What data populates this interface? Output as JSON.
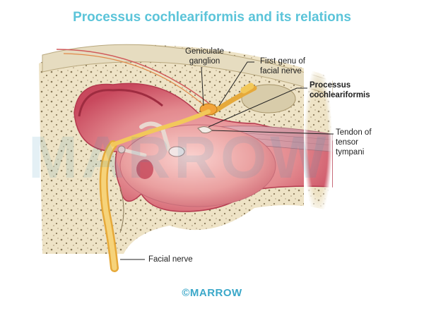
{
  "title": "Processus cochleariformis and its relations",
  "labels": {
    "geniculate_ganglion": [
      "Geniculate",
      "ganglion"
    ],
    "first_genu": [
      "First genu of",
      "facial nerve"
    ],
    "processus": [
      "Processus",
      "cochleariformis"
    ],
    "tendon": [
      "Tendon of",
      "tensor",
      "tympani"
    ],
    "facial_nerve": "Facial nerve"
  },
  "watermark": "MARROW",
  "footer": "©MARROW",
  "colors": {
    "title": "#5bc4d9",
    "bone": "#efe4c8",
    "mucosa": "#d9566c",
    "nerve": "#f2c85a",
    "footer": "#3ba8c9"
  }
}
